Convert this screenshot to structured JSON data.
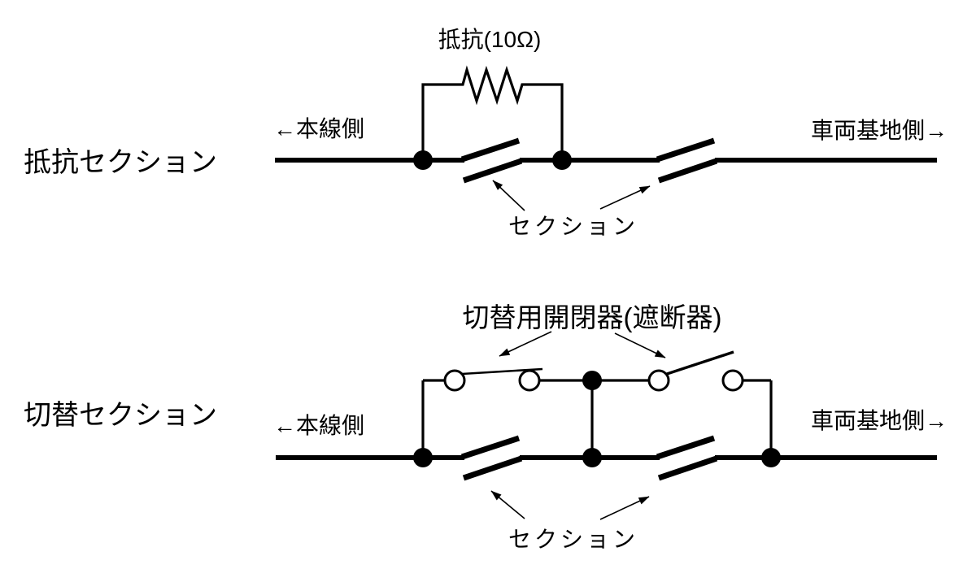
{
  "colors": {
    "ink": "#000000",
    "background": "#ffffff"
  },
  "sections": [
    {
      "title": "抵抗セクション",
      "labels": {
        "mainline_side": "←本線側",
        "depot_side": "車両基地側→",
        "component": "抵抗(10Ω)",
        "section": "セクション"
      }
    },
    {
      "title": "切替セクション",
      "labels": {
        "mainline_side": "←本線側",
        "depot_side": "車両基地側→",
        "component": "切替用開閉器(遮断器)",
        "section": "セクション"
      }
    }
  ]
}
